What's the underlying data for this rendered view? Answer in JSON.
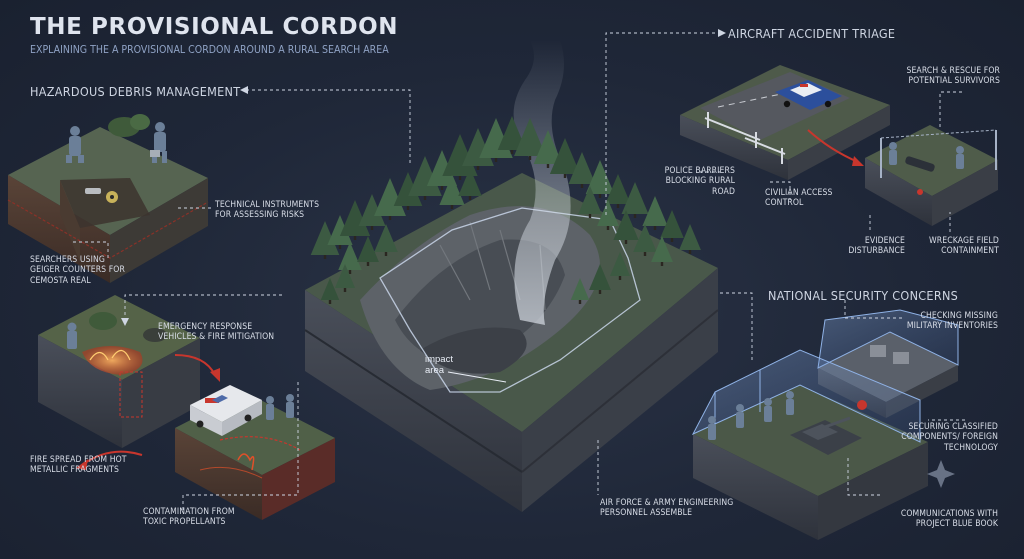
{
  "header": {
    "title": "THE PROVISIONAL CORDON",
    "subtitle": "EXPLAINING THE A PROVISIONAL CORDON AROUND A RURAL SEARCH AREA"
  },
  "sections": {
    "hazardous": {
      "title": "HAZARDOUS DEBRIS MANAGEMENT",
      "instruments": "TECHNICAL INSTRUMENTS FOR ASSESSING RISKS",
      "geiger": "SEARCHERS USING GEIGER COUNTERS FOR CEMOSTA REAL",
      "emergency": "EMERGENCY RESPONSE VEHICLES & FIRE MITIGATION",
      "fire_spread": "FIRE SPREAD FROM HOT METALLIC FRAGMENTS",
      "contamination": "CONTAMINATION FROM TOXIC PROPELLANTS"
    },
    "aircraft": {
      "title": "AIRCRAFT ACCIDENT TRIAGE",
      "search_rescue": "SEARCH & RESCUE FOR POTENTIAL SURVIVORS",
      "police_barriers": "POLICE BARRIERS BLOCKING RURAL ROAD",
      "civilian_access": "CIVILIAN ACCESS CONTROL",
      "evidence": "EVIDENCE DISTURBANCE",
      "wreckage": "WRECKAGE FIELD CONTAINMENT"
    },
    "national": {
      "title": "NATIONAL SECURITY CONCERNS",
      "inventories": "CHECKING MISSING MILITARY INVENTORIES",
      "classified": "SECURING CLASSIFIED COMPONENTS/ FOREIGN TECHNOLOGY",
      "blue_book": "COMMUNICATIONS WITH PROJECT BLUE BOOK"
    },
    "center": {
      "impact": "impact area",
      "personnel": "AIR FORCE & ARMY ENGINEERING PERSONNEL ASSEMBLE"
    }
  },
  "colors": {
    "background": "#1f2738",
    "accent_red": "#c8362d",
    "fire": "#e0502a",
    "cordon": "#c9d6ea",
    "police_car": "#2c4f9c"
  }
}
